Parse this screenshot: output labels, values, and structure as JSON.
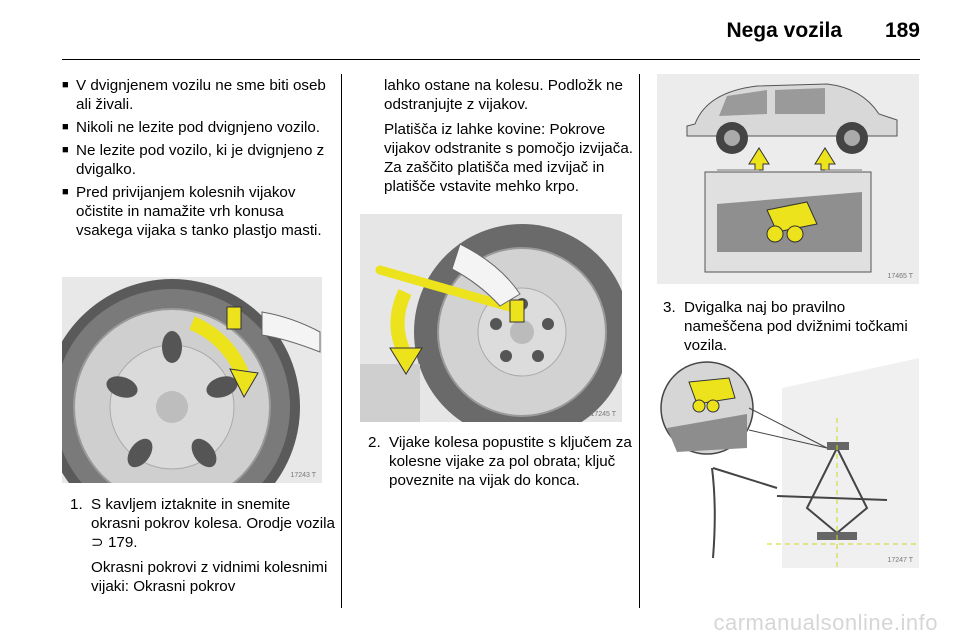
{
  "header": {
    "title": "Nega vozila",
    "page_number": "189"
  },
  "col1": {
    "bullets": [
      "V dvignjenem vozilu ne sme biti oseb ali živali.",
      "Nikoli ne lezite pod dvignjeno vozilo.",
      "Ne lezite pod vozilo, ki je dvignjeno z dvigalko.",
      "Pred privijanjem kolesnih vijakov očistite in namažite vrh konusa vsakega vijaka s tanko plastjo masti."
    ],
    "figure_code": "17243 T",
    "step1_number": "1.",
    "step1_text": "S kavljem iztaknite in snemite okrasni pokrov kolesa. Orodje vozila",
    "step1_ref_icon": "ref-arrow-icon",
    "step1_ref_glyph": "⊃",
    "step1_ref_page": "179.",
    "step1_note": "Okrasni pokrovi z vidnimi kolesnimi vijaki: Okrasni pokrov"
  },
  "col2": {
    "para1": "lahko ostane na kolesu. Podložk ne odstranjujte z vijakov.",
    "para2": "Platišča iz lahke kovine: Pokrove vijakov odstranite s pomočjo izvijača. Za zaščito platišča med izvijač in platišče vstavite mehko krpo.",
    "figure_code": "17245 T",
    "step2_number": "2.",
    "step2_text": "Vijake kolesa popustite s ključem za kolesne vijake za pol obrata; ključ poveznite na vijak do konca."
  },
  "col3": {
    "figure1_code": "17465 T",
    "step3_number": "3.",
    "step3_text": "Dvigalka naj bo pravilno nameščena pod dvižnimi točkami vozila.",
    "figure2_code": "17247 T"
  },
  "footer": {
    "watermark": "carmanualsonline.info"
  },
  "colors": {
    "accent_yellow": "#ece31c",
    "figure_bg": "#e3e3e3"
  }
}
